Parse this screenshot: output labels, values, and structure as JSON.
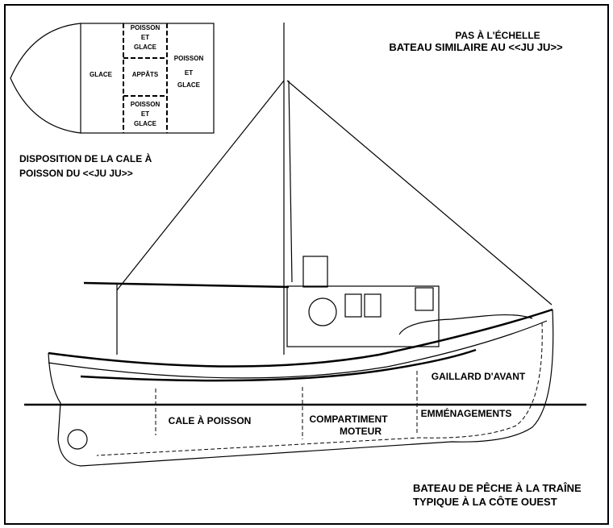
{
  "header": {
    "scale_note": "PAS À L'ÉCHELLE",
    "similar_note": "BATEAU SIMILAIRE AU <<JU JU>>"
  },
  "hold_plan": {
    "glace": "GLACE",
    "top": [
      "POISSON",
      "ET",
      "GLACE"
    ],
    "middle": "APPÂTS",
    "bottom": [
      "POISSON",
      "ET",
      "GLACE"
    ],
    "right": [
      "POISSON",
      "ET",
      "GLACE"
    ],
    "caption": [
      "DISPOSITION DE LA CALE À",
      "POISSON DU <<JU JU>>"
    ]
  },
  "boat_labels": {
    "forecastle": "GAILLARD D'AVANT",
    "fish_hold": "CALE À POISSON",
    "engine": [
      "COMPARTIMENT",
      "MOTEUR"
    ],
    "accommodations": "EMMÉNAGEMENTS"
  },
  "footer": {
    "caption": [
      "BATEAU DE PÊCHE À LA TRAÎNE",
      "TYPIQUE À LA CÔTE OUEST"
    ]
  }
}
